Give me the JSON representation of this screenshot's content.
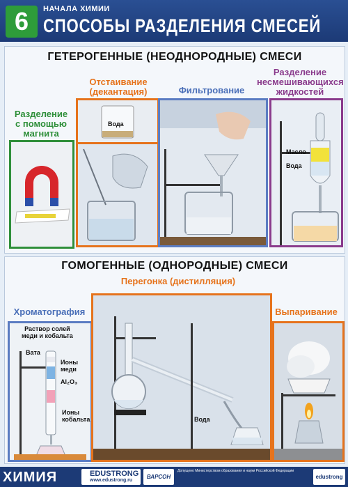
{
  "header": {
    "number": "6",
    "series": "НАЧАЛА ХИМИИ",
    "title": "СПОСОБЫ РАЗДЕЛЕНИЯ СМЕСЕЙ"
  },
  "heterogeneous": {
    "title": "ГЕТЕРОГЕННЫЕ (НЕОДНОРОДНЫЕ) СМЕСИ",
    "magnet": {
      "label_line1": "Разделение",
      "label_line2": "с помощью",
      "label_line3": "магнита"
    },
    "settling": {
      "label_line1": "Отстаивание",
      "label_line2": "(декантация)",
      "tag_water": "Вода"
    },
    "filtration": {
      "label": "Фильтрование"
    },
    "liquids": {
      "label_line1": "Разделение",
      "label_line2": "несмешивающихся",
      "label_line3": "жидкостей",
      "tag_oil": "Масло",
      "tag_water": "Вода"
    }
  },
  "homogeneous": {
    "title": "ГОМОГЕННЫЕ (ОДНОРОДНЫЕ) СМЕСИ",
    "chromatography": {
      "label": "Хроматография",
      "tag_solution_line1": "Раствор солей",
      "tag_solution_line2": "меди и кобальта",
      "tag_cotton": "Вата",
      "tag_copper_line1": "Ионы",
      "tag_copper_line2": "меди",
      "tag_alumina": "Al₂O₃",
      "tag_cobalt_line1": "Ионы",
      "tag_cobalt_line2": "кобальта"
    },
    "distillation": {
      "label": "Перегонка (дистилляция)",
      "tag_water": "Вода"
    },
    "evaporation": {
      "label": "Выпаривание"
    }
  },
  "footer": {
    "subject": "ХИМИЯ",
    "brand": "EDUSTRONG",
    "url": "www.edustrong.ru",
    "publisher": "ВАРСОН",
    "note": "Допущено Министерством образования и науки Российской Федерации",
    "logo": "edustrong"
  },
  "colors": {
    "header_bg": "#1c3a76",
    "badge_green": "#2e9c3a",
    "green": "#2f8f3a",
    "orange": "#e6731c",
    "blue": "#5b7cc2",
    "purple": "#8a3b8c"
  }
}
